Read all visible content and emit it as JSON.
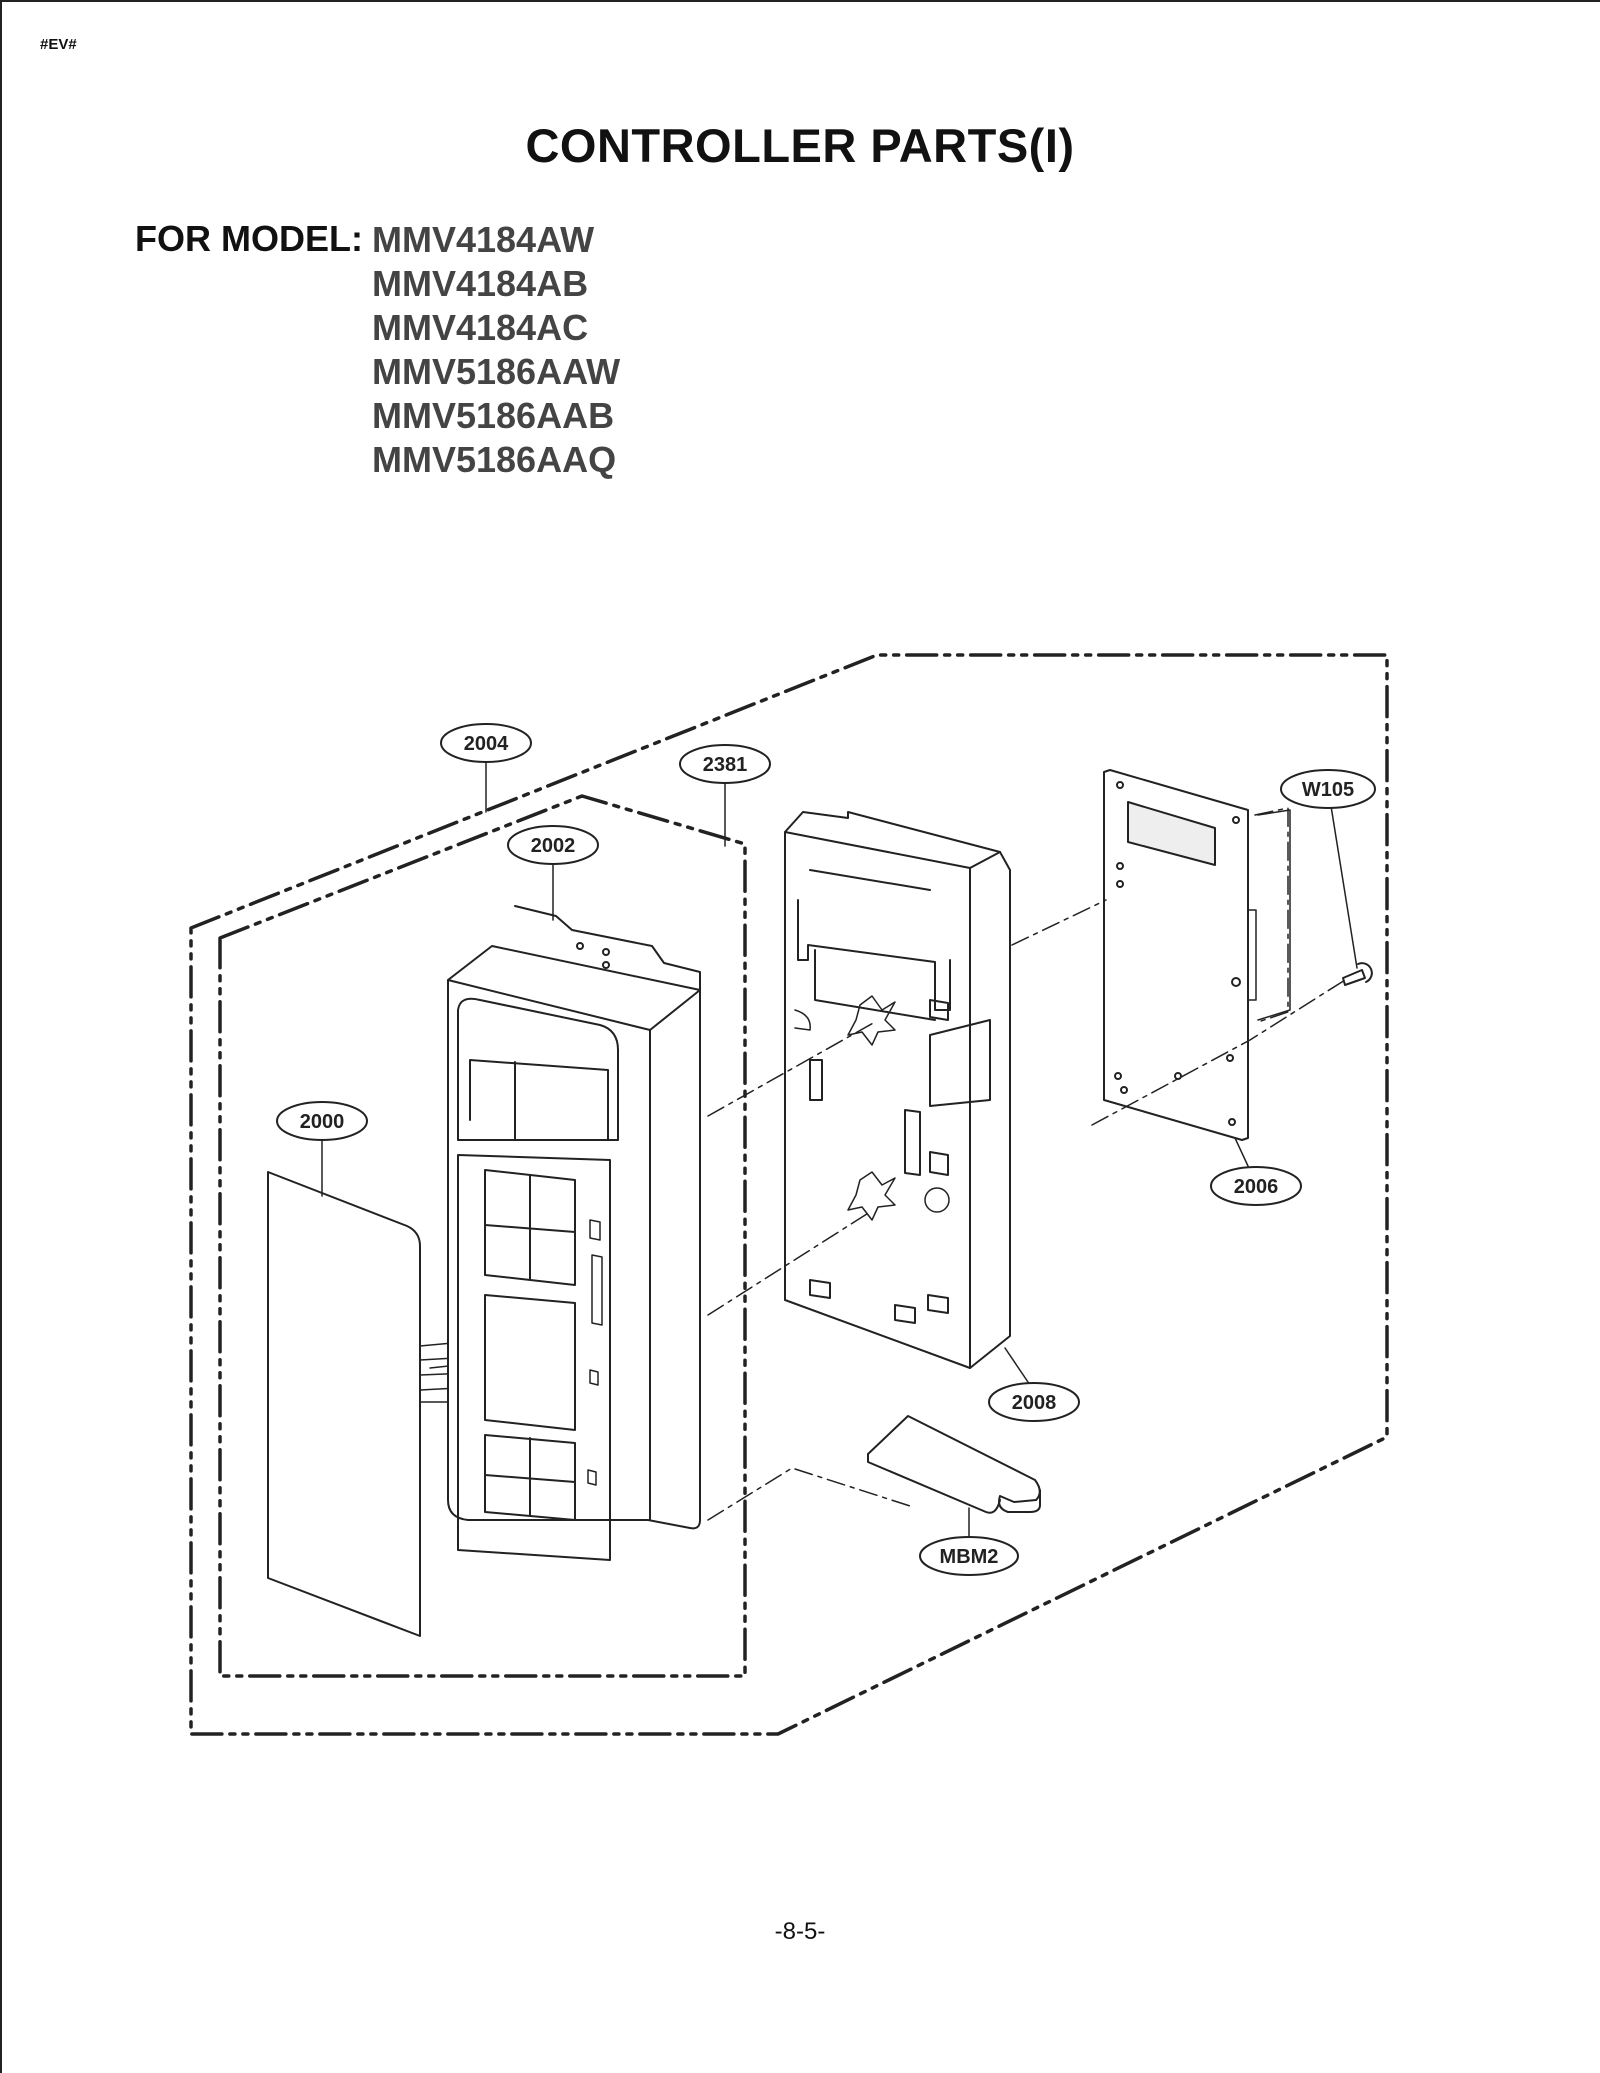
{
  "header": {
    "corner_mark": "#EV#",
    "title": "CONTROLLER PARTS(I)"
  },
  "models": {
    "label": "FOR MODEL:",
    "items": [
      "MMV4184AW",
      "MMV4184AB",
      "MMV4184AC",
      "MMV5186AAW",
      "MMV5186AAB",
      "MMV5186AAQ"
    ]
  },
  "callouts": {
    "c2004": "2004",
    "c2381": "2381",
    "c2002": "2002",
    "c2000": "2000",
    "cW105": "W105",
    "c2006": "2006",
    "c2008": "2008",
    "cMBM2": "MBM2"
  },
  "footer": {
    "page_number": "-8-5-"
  }
}
